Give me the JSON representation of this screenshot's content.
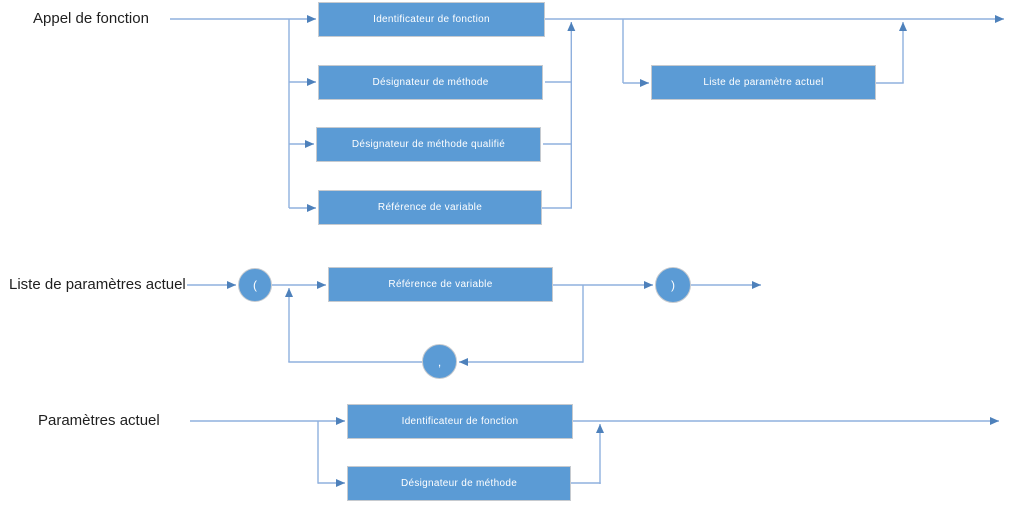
{
  "diagram_type": "railroad-syntax-diagram",
  "colors": {
    "node_fill": "#5b9bd5",
    "node_border": "#c6cacf",
    "line": "#8fb0de",
    "arrowhead": "#4e81bb",
    "node_text": "#ffffff",
    "label_text": "#1f1f1f",
    "background": "#ffffff"
  },
  "appel": {
    "label": "Appel de fonction",
    "boxes": [
      "Identificateur de fonction",
      "Désignateur de méthode",
      "Désignateur de méthode qualifié",
      "Référence de variable"
    ],
    "param_box": "Liste de paramètre actuel"
  },
  "liste": {
    "label": "Liste de paramètres actuel",
    "open_paren": "(",
    "box": "Référence de variable",
    "comma": ",",
    "close_paren": ")"
  },
  "parametres": {
    "label": "Paramètres actuel",
    "boxes": [
      "Identificateur de fonction",
      "Désignateur de méthode"
    ]
  }
}
